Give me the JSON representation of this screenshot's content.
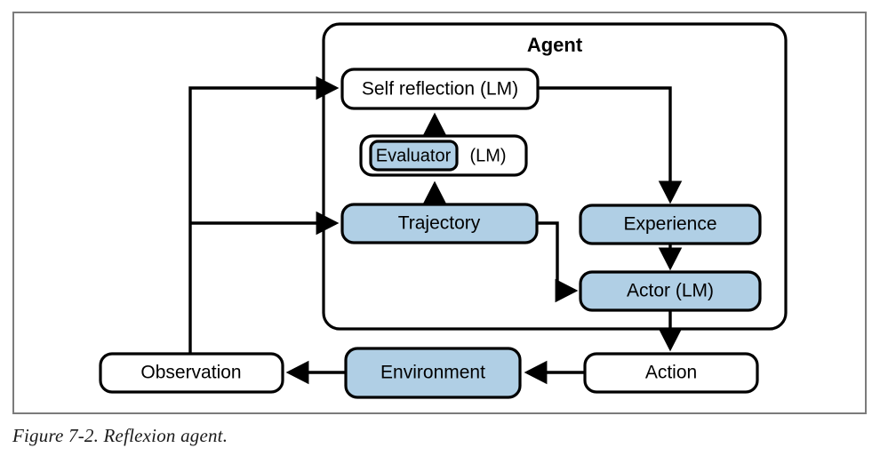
{
  "figure": {
    "caption": "Figure 7-2. Reflexion agent.",
    "frame_color": "#7b7b7b",
    "accent_blue": "#b0cfe5",
    "line_color": "#000000"
  },
  "agent_group": {
    "title": "Agent"
  },
  "nodes": {
    "self_reflection": {
      "label": "Self reflection (LM)",
      "fill": "white"
    },
    "evaluator_outer": {
      "label": "(LM)",
      "fill": "white"
    },
    "evaluator_inner": {
      "label": "Evaluator",
      "fill": "blue"
    },
    "trajectory": {
      "label": "Trajectory",
      "fill": "blue"
    },
    "experience": {
      "label": "Experience",
      "fill": "blue"
    },
    "actor": {
      "label": "Actor (LM)",
      "fill": "blue"
    },
    "observation": {
      "label": "Observation",
      "fill": "white"
    },
    "environment": {
      "label": "Environment",
      "fill": "blue"
    },
    "action": {
      "label": "Action",
      "fill": "white"
    }
  },
  "edges": [
    {
      "name": "observation-to-self-reflection",
      "from": "Observation",
      "to": "Self reflection (LM)"
    },
    {
      "name": "observation-to-trajectory",
      "from": "Observation",
      "to": "Trajectory"
    },
    {
      "name": "trajectory-to-evaluator",
      "from": "Trajectory",
      "to": "Evaluator (LM)"
    },
    {
      "name": "evaluator-to-self-reflection",
      "from": "Evaluator (LM)",
      "to": "Self reflection (LM)"
    },
    {
      "name": "self-reflection-to-experience",
      "from": "Self reflection (LM)",
      "to": "Experience"
    },
    {
      "name": "trajectory-to-actor",
      "from": "Trajectory",
      "to": "Actor (LM)"
    },
    {
      "name": "experience-to-actor",
      "from": "Experience",
      "to": "Actor (LM)"
    },
    {
      "name": "actor-to-action",
      "from": "Actor (LM)",
      "to": "Action"
    },
    {
      "name": "action-to-environment",
      "from": "Action",
      "to": "Environment"
    },
    {
      "name": "environment-to-observation",
      "from": "Environment",
      "to": "Observation"
    }
  ]
}
